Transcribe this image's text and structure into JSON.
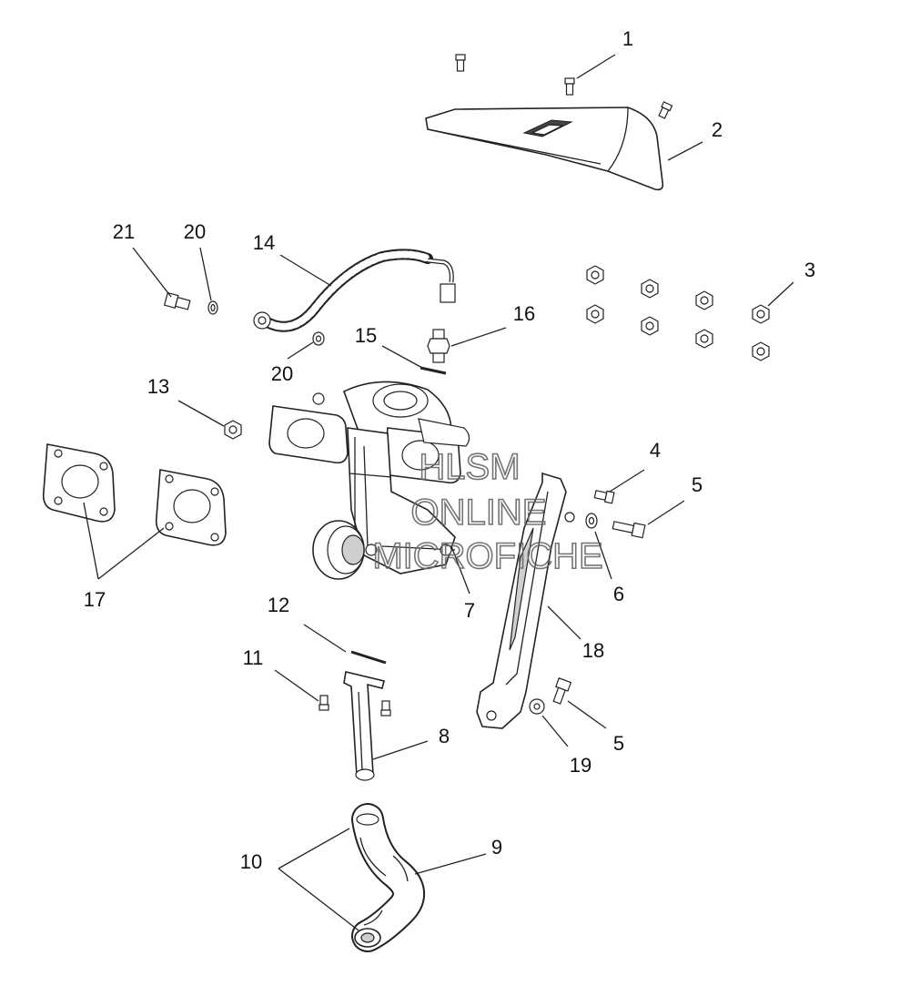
{
  "callouts": {
    "c1": "1",
    "c2": "2",
    "c3": "3",
    "c4": "4",
    "c5a": "5",
    "c5b": "5",
    "c6": "6",
    "c7": "7",
    "c8": "8",
    "c9": "9",
    "c10": "10",
    "c11": "11",
    "c12": "12",
    "c13": "13",
    "c14": "14",
    "c15": "15",
    "c16": "16",
    "c17": "17",
    "c18": "18",
    "c19": "19",
    "c20a": "20",
    "c20b": "20",
    "c21": "21"
  },
  "watermark": {
    "line1": "HLSM",
    "line2": "ONLINE",
    "line3": "MICROFICHE"
  }
}
